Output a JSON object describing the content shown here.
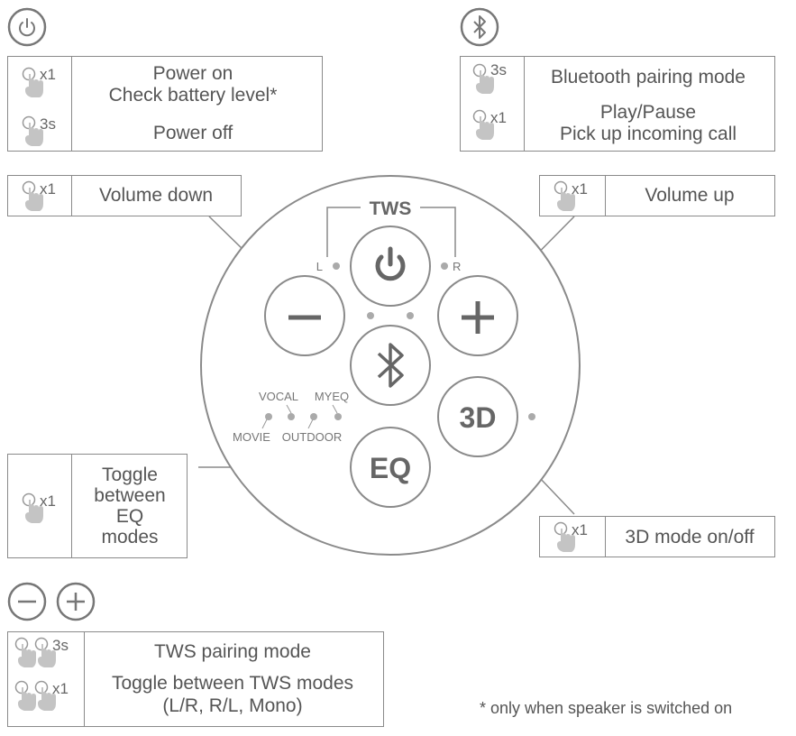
{
  "power_section": {
    "header_icon": "power-icon",
    "press1": "x1",
    "press2": "3s",
    "action1_line1": "Power on",
    "action1_line2": "Check battery level*",
    "action2": "Power off"
  },
  "bluetooth_section": {
    "header_icon": "bluetooth-icon",
    "press1": "3s",
    "press2": "x1",
    "action1": "Bluetooth pairing mode",
    "action2_line1": "Play/Pause",
    "action2_line2": "Pick up incoming call"
  },
  "volume_down": {
    "press": "x1",
    "label": "Volume down"
  },
  "volume_up": {
    "press": "x1",
    "label": "Volume up"
  },
  "eq_box": {
    "press": "x1",
    "line1": "Toggle",
    "line2": "between",
    "line3": "EQ",
    "line4": "modes"
  },
  "mode_3d_box": {
    "press": "x1",
    "label": "3D mode on/off"
  },
  "tws_section": {
    "header_icons": [
      "minus-circle-icon",
      "plus-circle-icon"
    ],
    "press1": "3s",
    "press2": "x1",
    "action1": "TWS pairing mode",
    "action2_line1": "Toggle between TWS modes",
    "action2_line2": "(L/R, R/L, Mono)"
  },
  "speaker": {
    "tws_label": "TWS",
    "left_label": "L",
    "right_label": "R",
    "btn_3d": "3D",
    "btn_eq": "EQ",
    "eq_modes": [
      "VOCAL",
      "MYEQ",
      "MOVIE",
      "OUTDOOR"
    ]
  },
  "footnote": "* only when speaker is switched on",
  "colors": {
    "line": "#8a8a8a",
    "text": "#555555",
    "hand": "#bcbcbc"
  }
}
